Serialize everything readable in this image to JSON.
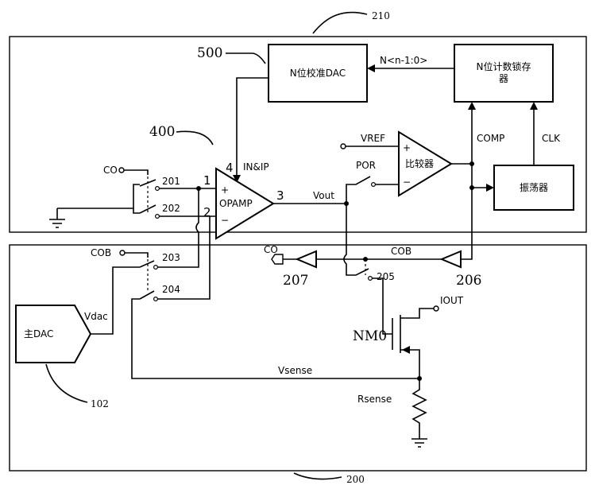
{
  "labels": {
    "ref_210": "210",
    "ref_200": "200",
    "ref_500": "500",
    "ref_400": "400",
    "ref_102": "102",
    "cal_dac": "N位校准DAC",
    "counter_line1": "N位计数锁存",
    "counter_line2": "器",
    "bus": "N<n-1:0>",
    "oscillator": "振荡器",
    "comparator": "比较器",
    "opamp": "OPAMP",
    "vref": "VREF",
    "por": "POR",
    "comp": "COMP",
    "clk": "CLK",
    "in_ip": "IN&IP",
    "pin1": "1",
    "pin2": "2",
    "pin3": "3",
    "pin4": "4",
    "vout": "Vout",
    "co_top": "CO",
    "co_mid": "CO",
    "cob_left": "COB",
    "cob_right": "COB",
    "sw201": "201",
    "sw202": "202",
    "sw203": "203",
    "sw204": "204",
    "sw205": "205",
    "buf206": "206",
    "buf207": "207",
    "main_dac": "主DAC",
    "vdac": "Vdac",
    "iout": "IOUT",
    "nm0": "NM0",
    "vsense": "Vsense",
    "rsense": "Rsense",
    "plus_opamp": "+",
    "minus_opamp": "−",
    "plus_comp": "+",
    "minus_comp": "−"
  }
}
